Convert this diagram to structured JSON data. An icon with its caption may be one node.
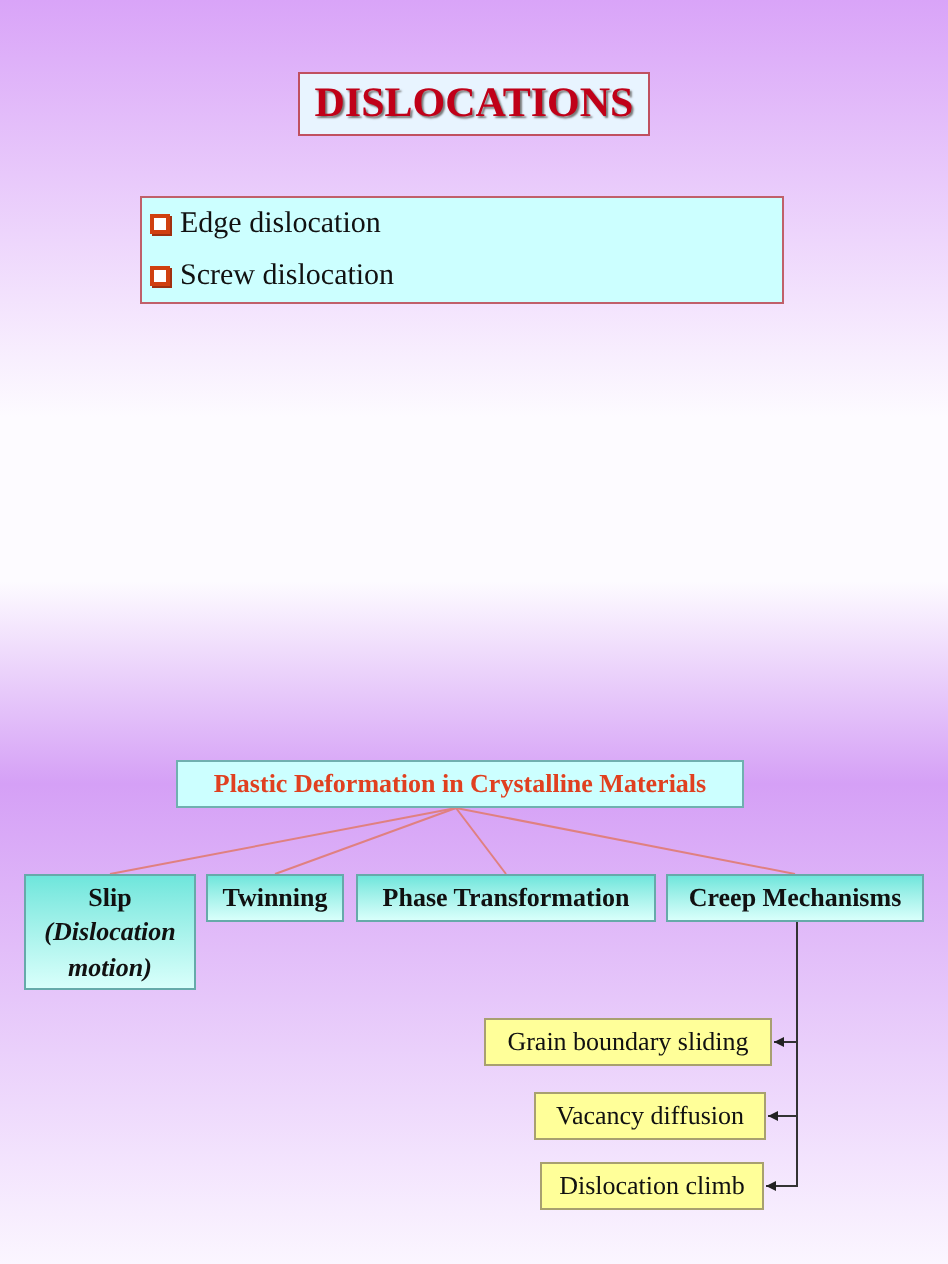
{
  "diagram": {
    "title": "DISLOCATIONS",
    "nodes": [
      {
        "text": [
          "Edge dislocation",
          "Screw dislocation"
        ]
      },
      {
        "text": [
          "Plastic Deformation in Crystalline Materials"
        ]
      },
      {
        "text": [
          "Slip",
          "(Dislocation motion)"
        ]
      },
      {
        "text": [
          "Twinning"
        ]
      },
      {
        "text": [
          "Phase Transformation"
        ]
      },
      {
        "text": [
          "Creep Mechanisms"
        ]
      },
      {
        "text": [
          "Grain boundary sliding"
        ]
      },
      {
        "text": [
          "Vacancy diffusion"
        ]
      },
      {
        "text": [
          "Dislocation climb"
        ]
      }
    ],
    "edges": [
      {
        "from": 1,
        "to": 2,
        "arrow": "none",
        "color": "#e08080"
      },
      {
        "from": 1,
        "to": 3,
        "arrow": "none",
        "color": "#e08080"
      },
      {
        "from": 1,
        "to": 4,
        "arrow": "none",
        "color": "#e08080"
      },
      {
        "from": 1,
        "to": 5,
        "arrow": "none",
        "color": "#e08080"
      },
      {
        "from": 5,
        "to": 6,
        "arrow": "to",
        "color": "#333333"
      },
      {
        "from": 5,
        "to": 7,
        "arrow": "to",
        "color": "#333333"
      },
      {
        "from": 5,
        "to": 8,
        "arrow": "to",
        "color": "#333333"
      }
    ]
  }
}
